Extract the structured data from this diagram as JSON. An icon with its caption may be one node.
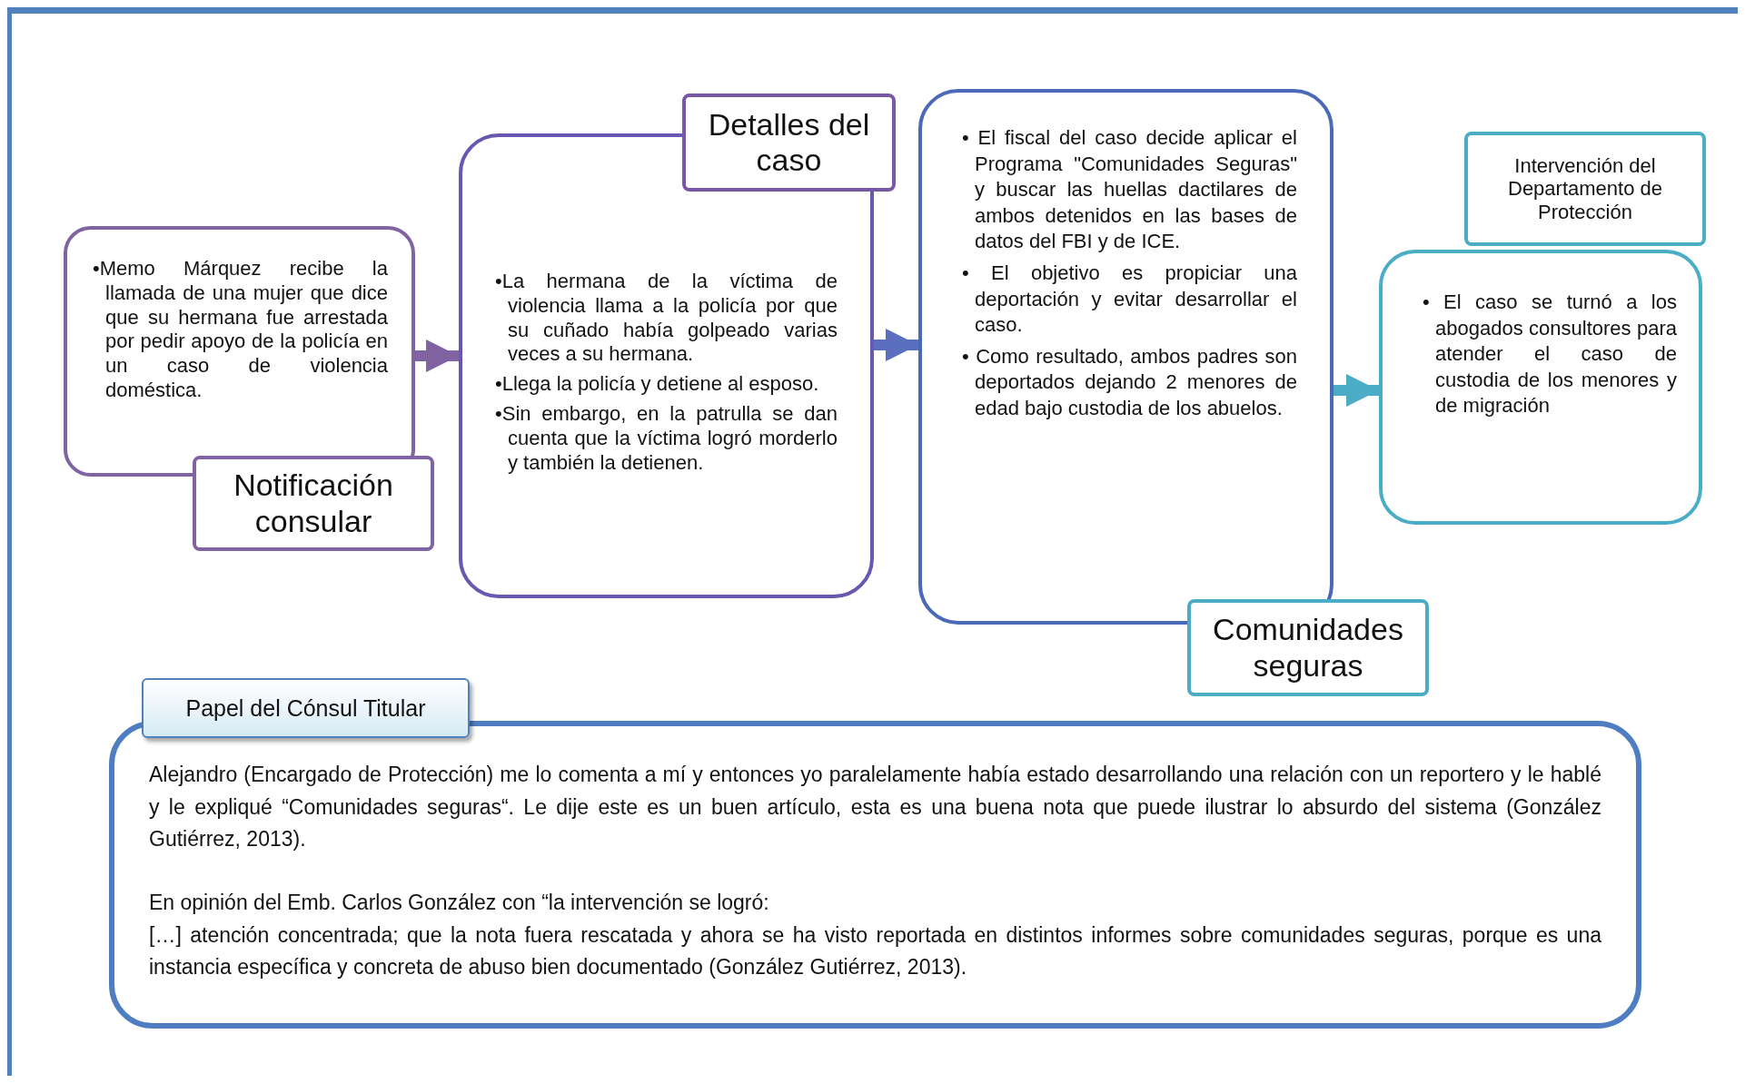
{
  "diagram": {
    "nodes": [
      {
        "text": [
          "•Memo Márquez recibe la llamada de una mujer que dice que su hermana fue arrestada por pedir apoyo de la policía en un caso de violencia doméstica."
        ]
      },
      {
        "text": [
          "Notificación consular"
        ]
      },
      {
        "text": [
          "•La hermana de la víctima de violencia llama a la policía por que su cuñado había golpeado varias veces a su hermana.",
          "•Llega la policía y detiene al esposo.",
          "•Sin embargo, en la patrulla se dan cuenta que la víctima logró morderlo y también la detienen."
        ]
      },
      {
        "text": [
          "Detalles del caso"
        ]
      },
      {
        "text": [
          "• El fiscal del caso decide aplicar el Programa \"Comunidades Seguras\" y buscar las huellas dactilares de ambos detenidos en las bases de datos del FBI y de ICE.",
          "• El objetivo es propiciar una deportación y evitar desarrollar el caso.",
          "• Como resultado, ambos padres son deportados dejando 2 menores de edad bajo custodia de los abuelos."
        ]
      },
      {
        "text": [
          "Comunidades seguras"
        ]
      },
      {
        "text": [
          "• El caso se turnó a los abogados consultores para atender el caso de custodia de los menores y de migración"
        ]
      },
      {
        "text": [
          "Intervención del Departamento de Protección"
        ]
      },
      {
        "text": [
          "Alejandro (Encargado de Protección) me lo comenta a mí y entonces yo paralelamente había estado desarrollando una relación con un reportero y le hablé y le expliqué “Comunidades seguras“. Le dije este es un buen artículo, esta es una buena nota que puede ilustrar lo absurdo del sistema (González Gutiérrez, 2013).",
          "En opinión del Emb. Carlos González con “la intervención se logró:",
          "[…] atención concentrada; que la nota fuera rescatada y ahora se ha visto reportada en distintos informes sobre comunidades seguras, porque es una instancia específica y concreta de abuso bien documentado (González Gutiérrez, 2013)."
        ]
      },
      {
        "text": [
          "Papel del Cónsul Titular"
        ]
      }
    ],
    "edges": [
      {
        "from": 0,
        "to": 2,
        "arrow": "to",
        "color": "#8064a2"
      },
      {
        "from": 2,
        "to": 4,
        "arrow": "to",
        "color": "#5a6fc0"
      },
      {
        "from": 4,
        "to": 6,
        "arrow": "to",
        "color": "#4bacc6"
      }
    ]
  }
}
